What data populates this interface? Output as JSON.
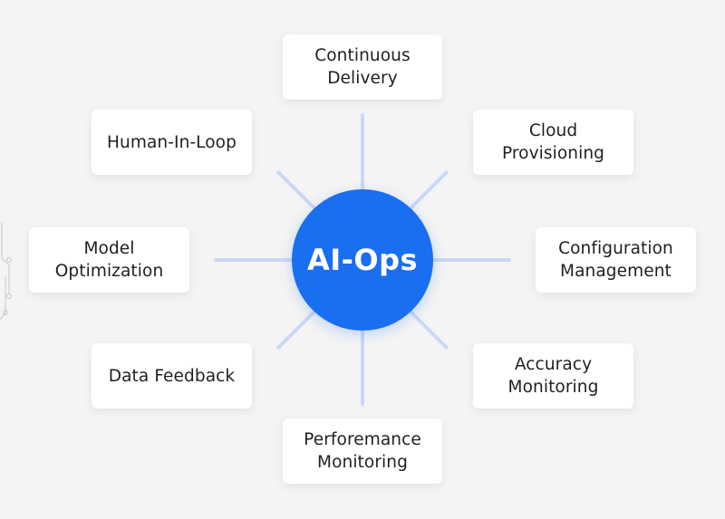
{
  "diagram": {
    "center_label": "AI-Ops",
    "center_color": "#1a6ef0",
    "spoke_color": "#c9d8f6",
    "nodes": {
      "top": "Continuous\nDelivery",
      "top_right": "Cloud\nProvisioning",
      "right": "Configuration\nManagement",
      "bottom_right": "Accuracy\nMonitoring",
      "bottom": "Perforemance\nMonitoring",
      "bottom_left": "Data Feedback",
      "left": "Model\nOptimization",
      "top_left": "Human-In-Loop"
    }
  }
}
